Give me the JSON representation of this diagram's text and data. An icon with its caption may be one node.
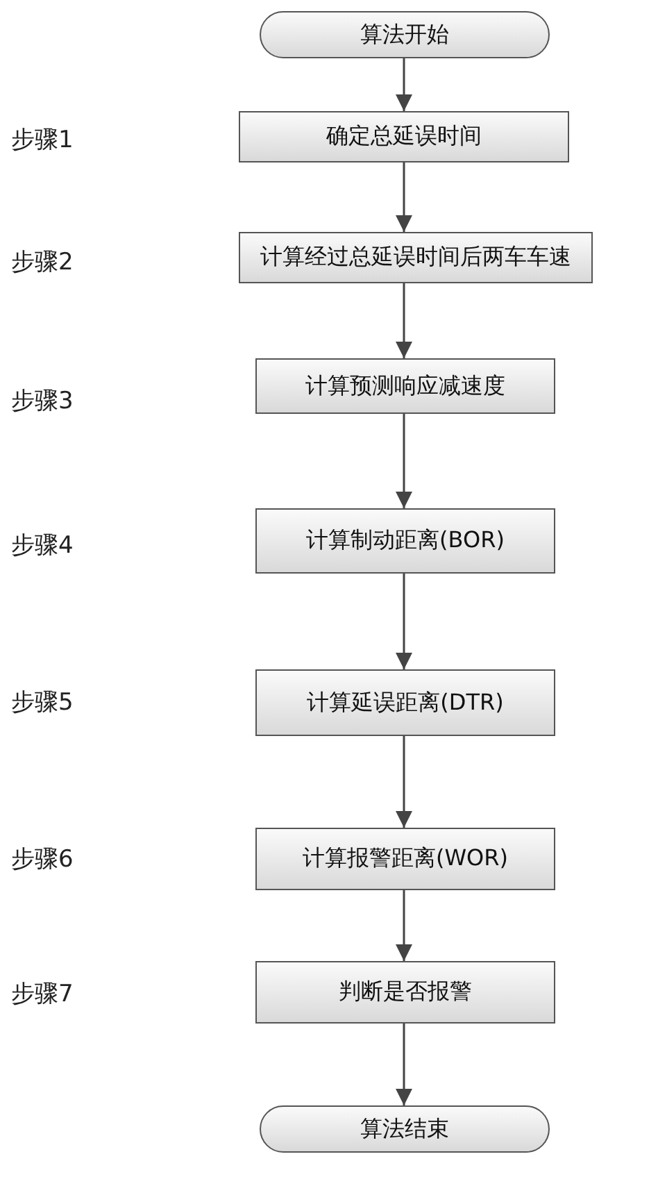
{
  "diagram": {
    "nodes": [
      {
        "text": [
          "算法开始"
        ]
      },
      {
        "text": [
          "确定总延误时间"
        ]
      },
      {
        "text": [
          "计算经过总延误时间后两车车速"
        ]
      },
      {
        "text": [
          "计算预测响应减速度"
        ]
      },
      {
        "text": [
          "计算制动距离(BOR)"
        ]
      },
      {
        "text": [
          "计算延误距离(DTR)"
        ]
      },
      {
        "text": [
          "计算报警距离(WOR)"
        ]
      },
      {
        "text": [
          "判断是否报警"
        ]
      },
      {
        "text": [
          "算法结束"
        ]
      }
    ],
    "edges": [
      {
        "from": 0,
        "to": 1,
        "arrow": "to"
      },
      {
        "from": 1,
        "to": 2,
        "arrow": "to"
      },
      {
        "from": 2,
        "to": 3,
        "arrow": "to"
      },
      {
        "from": 3,
        "to": 4,
        "arrow": "to"
      },
      {
        "from": 4,
        "to": 5,
        "arrow": "to"
      },
      {
        "from": 5,
        "to": 6,
        "arrow": "to"
      },
      {
        "from": 6,
        "to": 7,
        "arrow": "to"
      },
      {
        "from": 7,
        "to": 8,
        "arrow": "to"
      }
    ],
    "labels": [
      "步骤1",
      "步骤2",
      "步骤3",
      "步骤4",
      "步骤5",
      "步骤6",
      "步骤7"
    ]
  }
}
